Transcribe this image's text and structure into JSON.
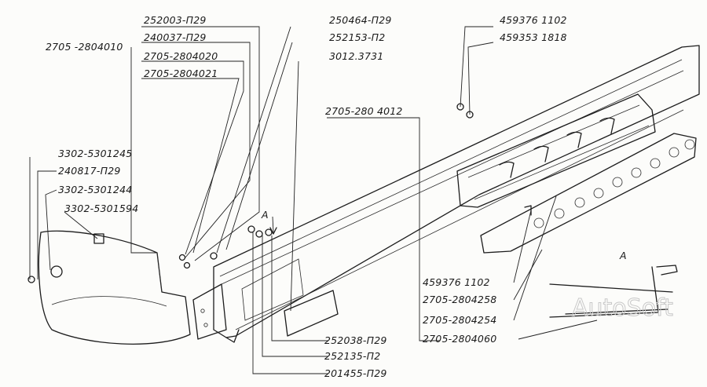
{
  "labels": {
    "l2705_2804010": "2705 -2804010",
    "l252003": "252003-П29",
    "l240037": "240037-П29",
    "l2705_2804020": "2705-2804020",
    "l2705_2804021": "2705-2804021",
    "l250464": "250464-П29",
    "l252153": "252153-П2",
    "l3012": "3012.3731",
    "l2705_2804012": "2705-280 4012",
    "l4593761102_top": "459376 1102",
    "l4593531818": "459353 1818",
    "l3302_5301245": "3302-5301245",
    "l240817": "240817-П29",
    "l3302_5301244": "3302-5301244",
    "l3302_5301594": "3302-5301594",
    "lA_top": "А",
    "lA_detail": "А",
    "l4593761102_bot": "459376 1102",
    "l2705_2804258": "2705-2804258",
    "l2705_2804254": "2705-2804254",
    "l2705_2804060": "2705-2804060",
    "l252038": "252038-П29",
    "l252135": "252135-П2",
    "l201455": "201455-П29"
  },
  "watermark": "AutoSoft",
  "colors": {
    "ink": "#1c1c1c",
    "paper": "#fcfcfa"
  }
}
